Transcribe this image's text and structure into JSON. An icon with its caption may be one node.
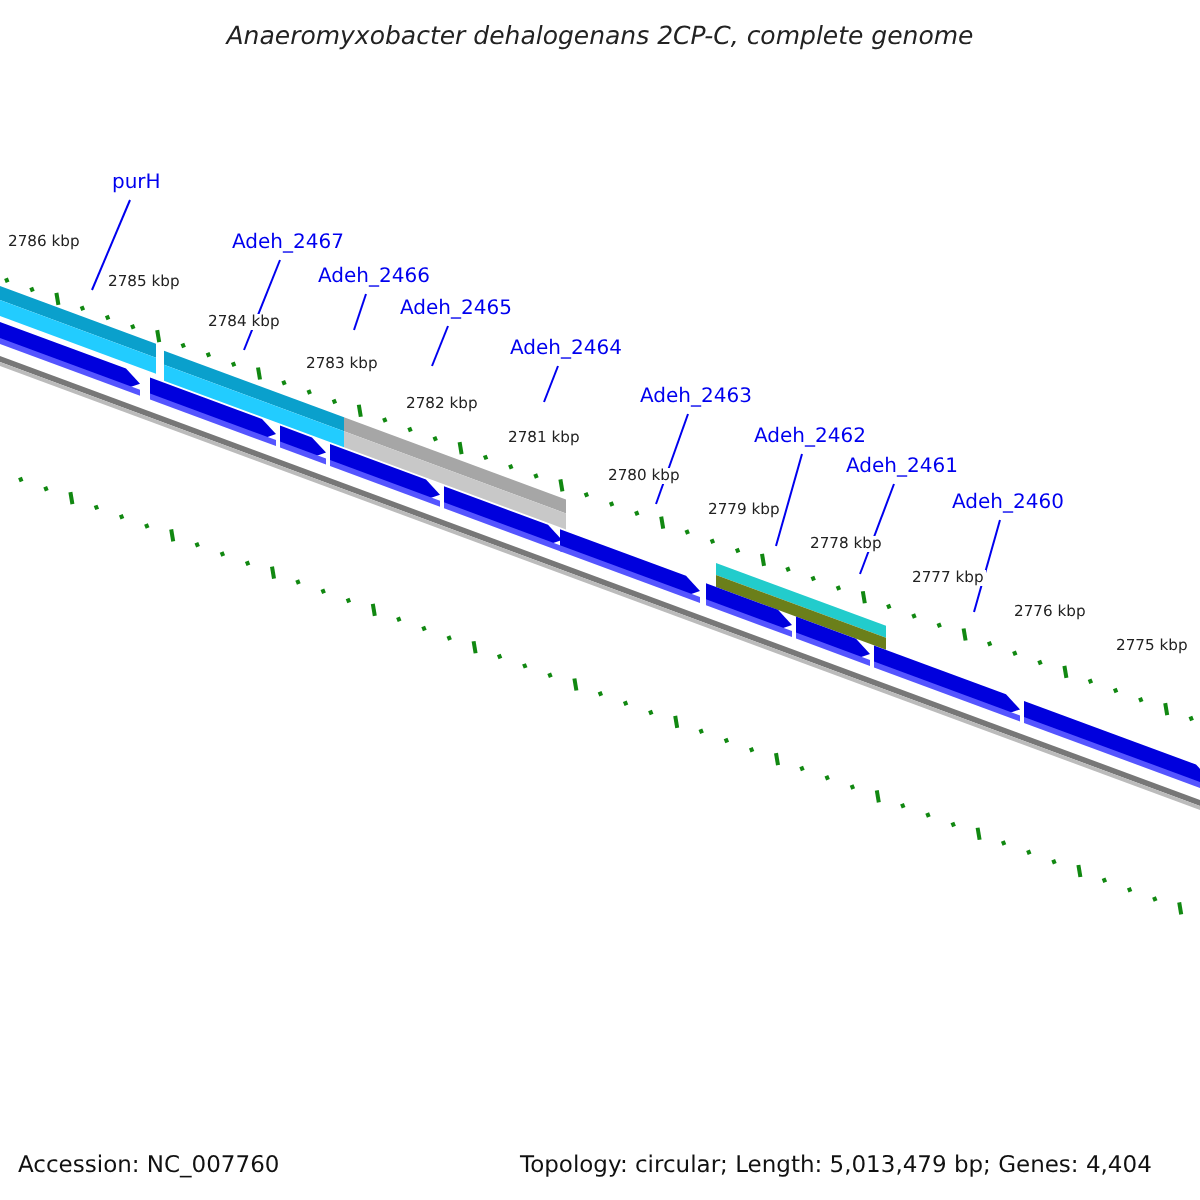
{
  "diagram": {
    "title": "Anaeromyxobacter dehalogenans 2CP-C, complete genome",
    "nodes": [
      {
        "text": [
          "purH"
        ]
      },
      {
        "text": [
          "Adeh_2467"
        ]
      },
      {
        "text": [
          "Adeh_2466"
        ]
      },
      {
        "text": [
          "Adeh_2465"
        ]
      },
      {
        "text": [
          "Adeh_2464"
        ]
      },
      {
        "text": [
          "Adeh_2463"
        ]
      },
      {
        "text": [
          "Adeh_2462"
        ]
      },
      {
        "text": [
          "Adeh_2461"
        ]
      },
      {
        "text": [
          "Adeh_2460"
        ]
      }
    ],
    "edges": [
      {
        "from": 0,
        "to": null,
        "arrow": "none"
      },
      {
        "from": 1,
        "to": null,
        "arrow": "none"
      },
      {
        "from": 2,
        "to": null,
        "arrow": "none"
      },
      {
        "from": 3,
        "to": null,
        "arrow": "none"
      },
      {
        "from": 4,
        "to": null,
        "arrow": "none"
      },
      {
        "from": 5,
        "to": null,
        "arrow": "none"
      },
      {
        "from": 6,
        "to": null,
        "arrow": "none"
      },
      {
        "from": 7,
        "to": null,
        "arrow": "none"
      },
      {
        "from": 8,
        "to": null,
        "arrow": "none"
      }
    ],
    "labels": [
      "2786 kbp",
      "2785 kbp",
      "2784 kbp",
      "2783 kbp",
      "2782 kbp",
      "2781 kbp",
      "2780 kbp",
      "2779 kbp",
      "2778 kbp",
      "2777 kbp",
      "2776 kbp",
      "2775 kbp",
      "Accession: NC_007760",
      "Topology: circular; Length: 5,013,479 bp; Genes: 4,404"
    ]
  }
}
